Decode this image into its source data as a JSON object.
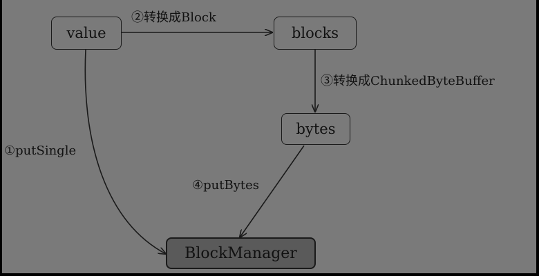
{
  "diagram": {
    "nodes": {
      "value": "value",
      "blocks": "blocks",
      "bytes": "bytes",
      "block_manager": "BlockManager"
    },
    "edges": {
      "value_to_blocks": "②转换成Block",
      "blocks_to_bytes": "③转换成ChunkedByteBuffer",
      "value_to_manager": "①putSingle",
      "bytes_to_manager": "④putBytes"
    }
  },
  "colors": {
    "background": "#7a7a7a",
    "frame": "#000000",
    "block_manager_fill": "#5a5a5a",
    "line": "#1a1a1a"
  }
}
